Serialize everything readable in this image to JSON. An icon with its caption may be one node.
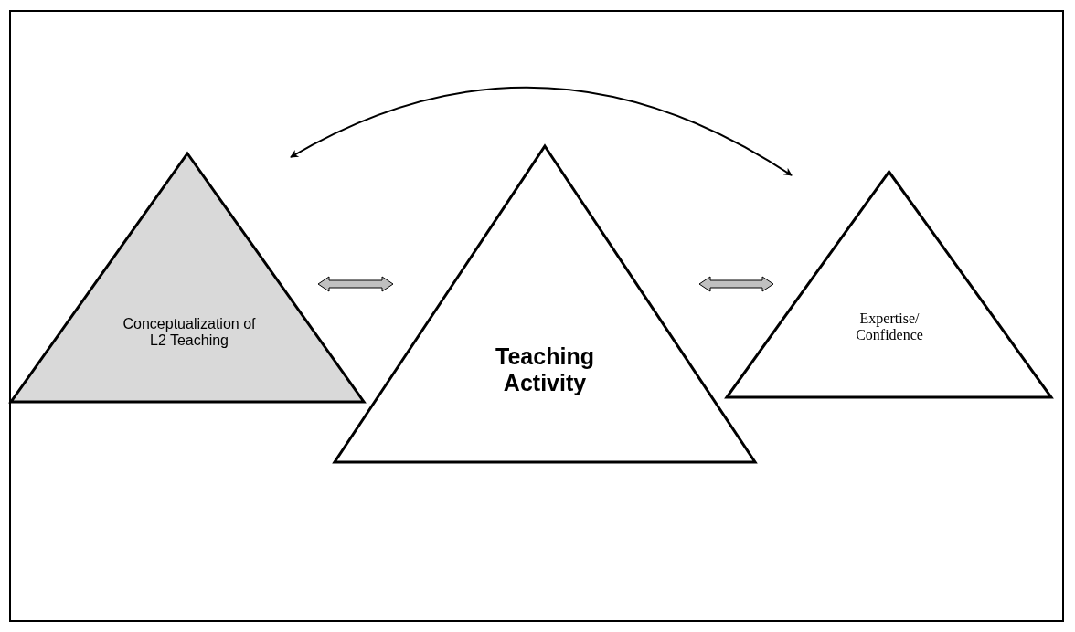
{
  "diagram": {
    "nodes": [
      {
        "text": [
          "Conceptualization of L2 Teaching"
        ]
      },
      {
        "text": [
          "Teaching Activity"
        ]
      },
      {
        "text": [
          "Expertise/ Confidence"
        ]
      }
    ],
    "edges": [
      {
        "from": 0,
        "to": 2,
        "arrow": "both"
      },
      {
        "from": 0,
        "to": 1,
        "arrow": "both",
        "style": "thick",
        "color": "#c0c0c0"
      },
      {
        "from": 1,
        "to": 2,
        "arrow": "both",
        "style": "thick",
        "color": "#c0c0c0"
      }
    ]
  }
}
